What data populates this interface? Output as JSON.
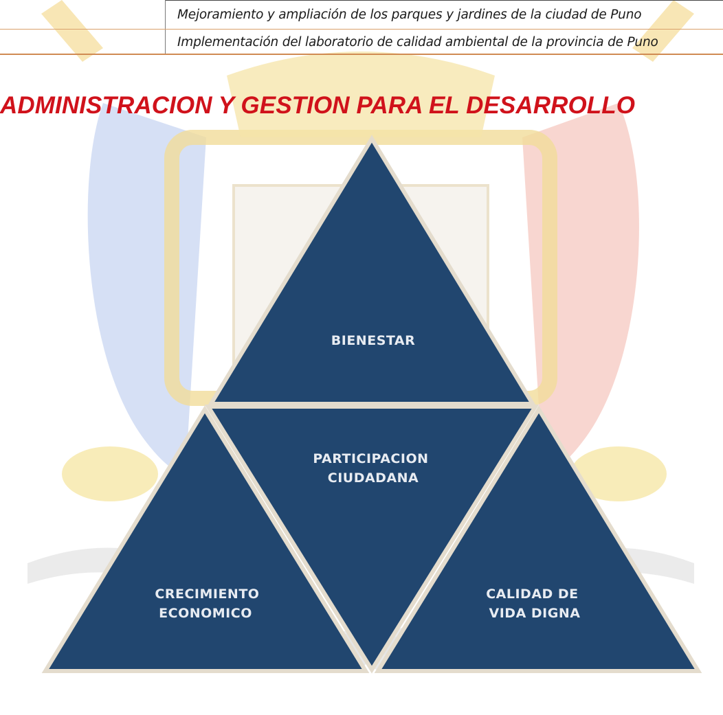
{
  "projects": [
    "Mejoramiento y ampliación de los parques y jardines de la ciudad de Puno",
    "Implementación del laboratorio de calidad ambiental de la provincia de Puno"
  ],
  "section": {
    "title": "ADMINISTRACION Y GESTION PARA EL DESARROLLO"
  },
  "diagram": {
    "top": [
      "BIENESTAR"
    ],
    "center": [
      "PARTICIPACION",
      "CIUDADANA"
    ],
    "left": [
      "CRECIMIENTO",
      "ECONOMICO"
    ],
    "right": [
      "CALIDAD DE",
      "VIDA DIGNA"
    ]
  },
  "colors": {
    "triangle_fill": "#21466f",
    "triangle_stroke": "#e4dccd",
    "heading": "#d0121b",
    "watermark_blue": "#c9d6f2",
    "watermark_red": "#f6c7c0",
    "watermark_gold": "#f3d98a"
  }
}
